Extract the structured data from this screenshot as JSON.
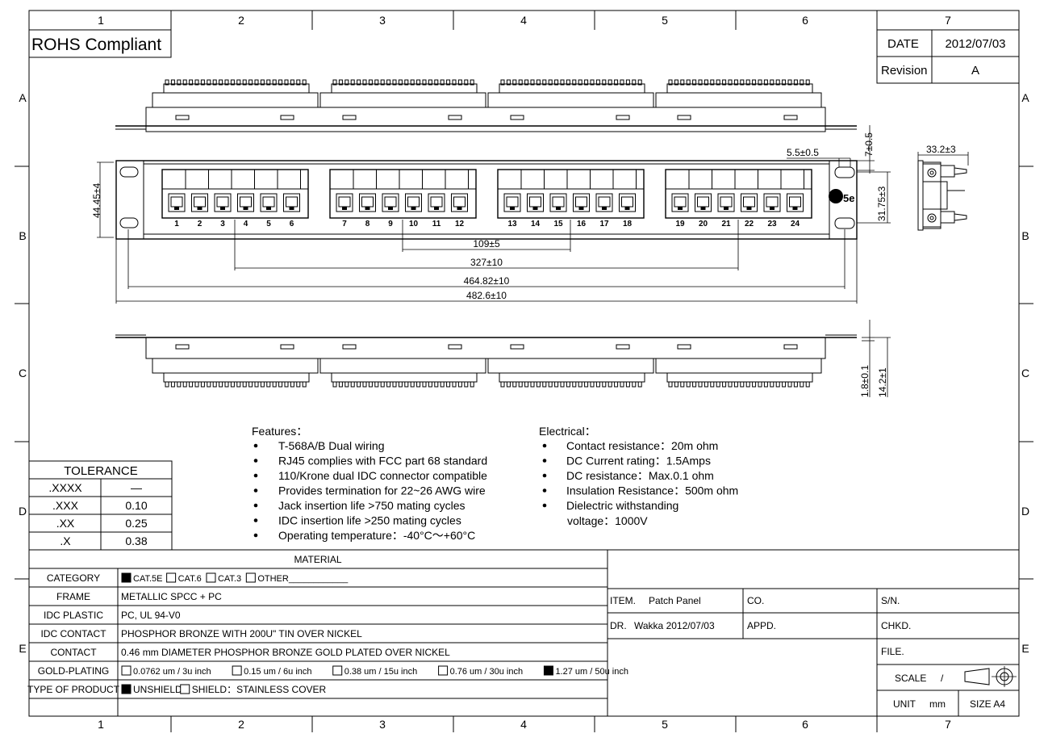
{
  "border": {
    "columns": [
      "1",
      "2",
      "3",
      "4",
      "5",
      "6",
      "7"
    ],
    "rows": [
      "A",
      "B",
      "C",
      "D",
      "E"
    ]
  },
  "title": "ROHS Compliant",
  "revision_block": {
    "date_label": "DATE",
    "date_value": "2012/07/03",
    "revision_label": "Revision",
    "revision_value": "A"
  },
  "front_view": {
    "port_numbers": [
      "1",
      "2",
      "3",
      "4",
      "5",
      "6",
      "7",
      "8",
      "9",
      "10",
      "11",
      "12",
      "13",
      "14",
      "15",
      "16",
      "17",
      "18",
      "19",
      "20",
      "21",
      "22",
      "23",
      "24"
    ],
    "logo_text": "5e",
    "dimensions": {
      "height": "44.45±4",
      "port_group_spacing": "109±5",
      "outer_ports": "327±10",
      "mount_holes": "464.82±10",
      "overall_width": "482.6±10",
      "slot_width": "5.5±0.5",
      "slot_height": "7±0.5",
      "hole_spacing": "31.75±3"
    }
  },
  "side_view": {
    "depth": "33.2±3"
  },
  "bottom_view": {
    "dimensions": {
      "thickness": "1.8±0.1",
      "idc_height": "14.2±1"
    }
  },
  "features": {
    "heading": "Features：",
    "items": [
      "T-568A/B Dual wiring",
      "RJ45 complies with FCC part 68 standard",
      "110/Krone dual IDC connector compatible",
      "Provides termination for 22~26 AWG wire",
      "Jack insertion life >750 mating cycles",
      "IDC insertion life >250 mating cycles",
      "Operating temperature：-40°C～+60°C"
    ]
  },
  "electrical": {
    "heading": "Electrical：",
    "items": [
      "Contact resistance：20m ohm",
      "DC Current rating：1.5Amps",
      "DC resistance：Max.0.1 ohm",
      "Insulation Resistance：500m ohm",
      "Dielectric withstanding"
    ],
    "continuation": "voltage：1000V"
  },
  "tolerance": {
    "heading": "TOLERANCE",
    "rows": [
      {
        "format": ".XXXX",
        "value": "—"
      },
      {
        "format": ".XXX",
        "value": "0.10"
      },
      {
        "format": ".XX",
        "value": "0.25"
      },
      {
        "format": ".X",
        "value": "0.38"
      }
    ]
  },
  "material": {
    "heading": "MATERIAL",
    "rows": [
      {
        "label": "CATEGORY",
        "options": [
          {
            "checked": true,
            "text": "CAT.5E"
          },
          {
            "checked": false,
            "text": "CAT.6"
          },
          {
            "checked": false,
            "text": "CAT.3"
          },
          {
            "checked": false,
            "text": "OTHER____________"
          }
        ]
      },
      {
        "label": "FRAME",
        "value": "METALLIC SPCC + PC"
      },
      {
        "label": "IDC PLASTIC",
        "value": "PC, UL 94-V0"
      },
      {
        "label": "IDC CONTACT",
        "value": "PHOSPHOR BRONZE WITH 200U\" TIN OVER NICKEL"
      },
      {
        "label": "CONTACT",
        "value": "0.46 mm DIAMETER PHOSPHOR BRONZE GOLD PLATED OVER NICKEL"
      },
      {
        "label": "GOLD-PLATING",
        "options": [
          {
            "checked": false,
            "text": "0.0762 um / 3u inch"
          },
          {
            "checked": false,
            "text": "0.15 um / 6u inch"
          },
          {
            "checked": false,
            "text": "0.38 um / 15u inch"
          },
          {
            "checked": false,
            "text": "0.76 um / 30u inch"
          },
          {
            "checked": true,
            "text": "1.27 um / 50u inch"
          }
        ]
      },
      {
        "label": "TYPE OF PRODUCT",
        "options": [
          {
            "checked": true,
            "text": "UNSHIELD"
          },
          {
            "checked": false,
            "text": "SHIELD：STAINLESS COVER"
          }
        ]
      }
    ]
  },
  "title_block": {
    "item_label": "ITEM.",
    "item_value": "Patch Panel",
    "co_label": "CO.",
    "sn_label": "S/N.",
    "dr_label": "DR.",
    "dr_value": "Wakka 2012/07/03",
    "appd_label": "APPD.",
    "chkd_label": "CHKD.",
    "file_label": "FILE.",
    "scale_label": "SCALE",
    "scale_value": "/",
    "unit_label": "UNIT",
    "unit_value": "mm",
    "size_label": "SIZE A4"
  }
}
